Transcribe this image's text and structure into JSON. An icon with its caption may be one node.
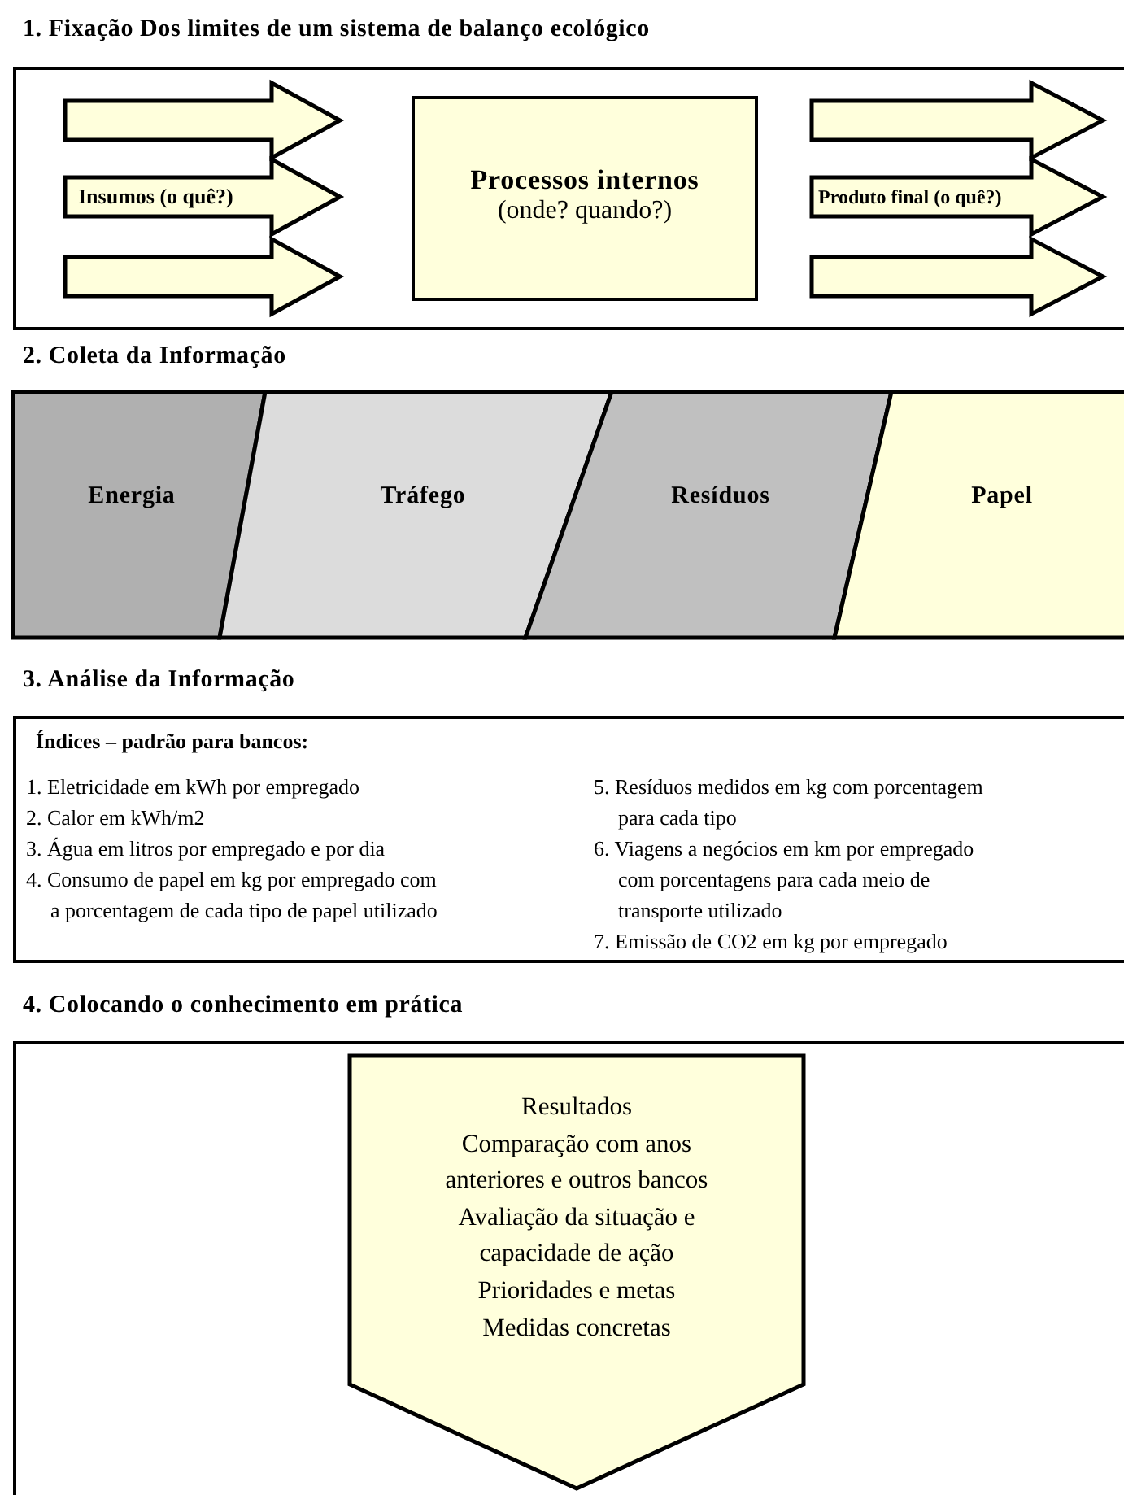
{
  "diagram": {
    "nodes": [
      {
        "text": [
          "1. Fixação Dos limites de um sistema de balanço ecológico"
        ]
      },
      {
        "text": [],
        "shape": "arrow",
        "in": 0
      },
      {
        "text": [
          "Insumos (o quê?)"
        ],
        "in": 0
      },
      {
        "text": [],
        "shape": "arrow",
        "in": 0
      },
      {
        "text": [
          "Processos internos",
          "(onde? quando?)"
        ],
        "in": 0
      },
      {
        "text": [],
        "shape": "arrow",
        "in": 0
      },
      {
        "text": [
          "Produto final (o quê?)"
        ],
        "in": 0
      },
      {
        "text": [],
        "shape": "arrow",
        "in": 0
      },
      {
        "text": [
          "2. Coleta da Informação"
        ]
      },
      {
        "text": [
          "Energia"
        ],
        "in": 8
      },
      {
        "text": [
          "Tráfego"
        ],
        "in": 8
      },
      {
        "text": [
          "Resíduos"
        ],
        "in": 8
      },
      {
        "text": [
          "Papel"
        ],
        "in": 8
      },
      {
        "text": [
          "3. Análise da Informação",
          "Índices – padrão para bancos:",
          "1. Eletricidade em kWh por empregado",
          "2. Calor em kWh/m2",
          "3. Água em litros por empregado e por dia",
          "4. Consumo de papel em kg por empregado com a porcentagem de cada tipo de papel utilizado",
          "5. Resíduos medidos em kg com porcentagem para cada tipo",
          "6. Viagens a negócios em km por empregado com porcentagens para cada meio de transporte utilizado",
          "7. Emissão de CO2 em kg por empregado"
        ]
      },
      {
        "text": [
          "4. Colocando o conhecimento em prática"
        ]
      },
      {
        "text": [
          "Resultados",
          "Comparação com anos anteriores e outros bancos",
          "Avaliação da situação e capacidade de ação",
          "Prioridades e metas",
          "Medidas concretas"
        ],
        "in": 14
      }
    ],
    "edges": []
  }
}
